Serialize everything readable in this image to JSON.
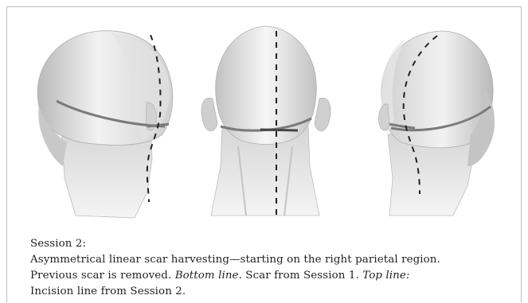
{
  "figure": {
    "views": [
      {
        "name": "left-oblique",
        "icon": "head-model-right-side"
      },
      {
        "name": "posterior",
        "icon": "head-model-back"
      },
      {
        "name": "right-oblique",
        "icon": "head-model-left-side"
      }
    ],
    "line_colors": {
      "scar_line": "#7a7a7a",
      "incision_line": "#222222"
    }
  },
  "caption": {
    "heading": "Session 2:",
    "line1": "Asymmetrical linear scar harvesting—starting on the right parietal region.",
    "line2_text": "Previous scar is removed. ",
    "bottom_label": "Bottom line.",
    "bottom_text": " Scar from Session 1. ",
    "top_label": "Top line:",
    "line3": "Incision line from Session 2."
  }
}
